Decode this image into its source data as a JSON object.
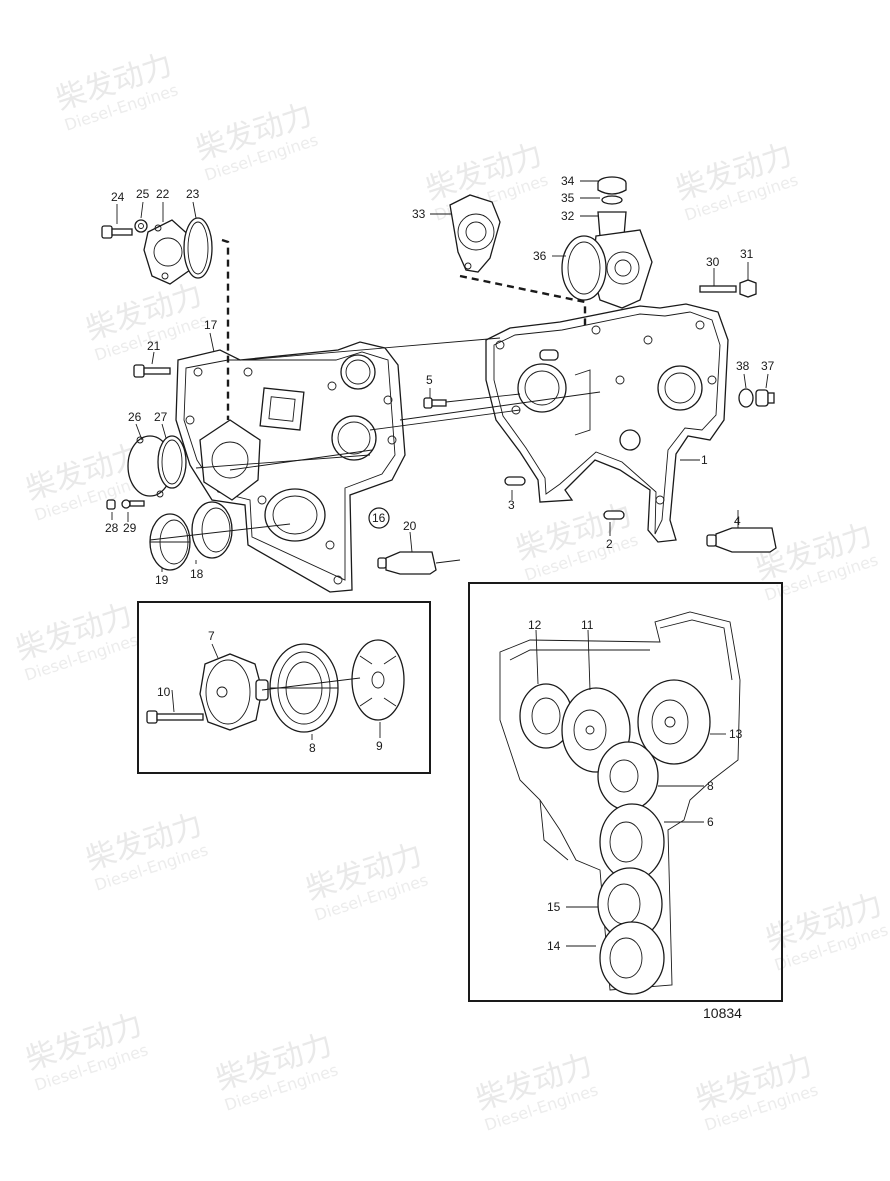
{
  "watermark": {
    "brand_text": "柴发动力",
    "sub_text": "Diesel-Engines",
    "color": "#e6e6e6"
  },
  "drawing_number": "10834",
  "labels": {
    "l1": "1",
    "l2": "2",
    "l3": "3",
    "l4": "4",
    "l5": "5",
    "l6": "6",
    "l7": "7",
    "l8": "8",
    "l9": "9",
    "l10": "10",
    "l11": "11",
    "l12": "12",
    "l13": "13",
    "l14": "14",
    "l15": "15",
    "l16": "16",
    "l17": "17",
    "l18": "18",
    "l19": "19",
    "l20": "20",
    "l21": "21",
    "l22": "22",
    "l23": "23",
    "l24": "24",
    "l25": "25",
    "l26": "26",
    "l27": "27",
    "l28": "28",
    "l29": "29",
    "l30": "30",
    "l31": "31",
    "l32": "32",
    "l33": "33",
    "l34": "34",
    "l35": "35",
    "l36": "36",
    "l37": "37",
    "l38": "38",
    "g8": "8",
    "g6": "6"
  }
}
